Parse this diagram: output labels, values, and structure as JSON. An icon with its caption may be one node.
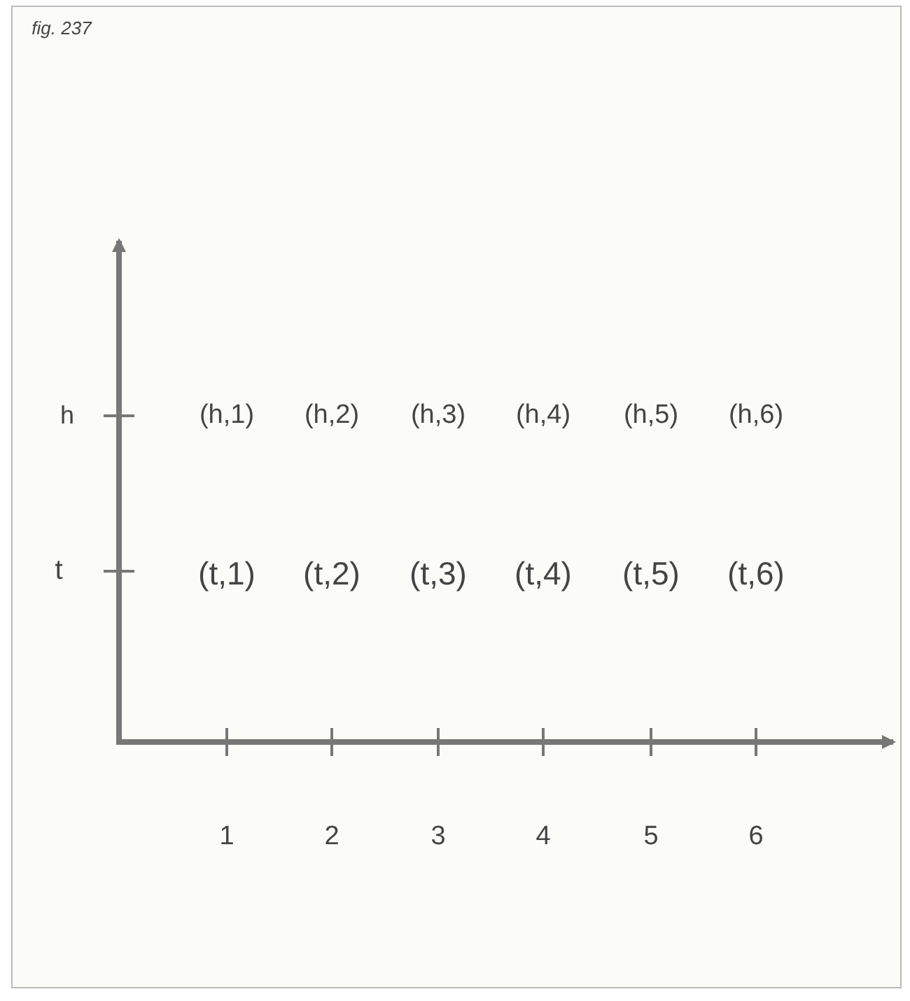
{
  "diagram": {
    "labels": [
      "fig. 237",
      "h",
      "(h,1)",
      "(h,2)",
      "(h,3)",
      "(h,4)",
      "(h,5)",
      "(h,6)",
      "t",
      "(t,1)",
      "(t,2)",
      "(t,3)",
      "(t,4)",
      "(t,5)",
      "(t,6)",
      "1",
      "2",
      "3",
      "4",
      "5",
      "6"
    ]
  }
}
